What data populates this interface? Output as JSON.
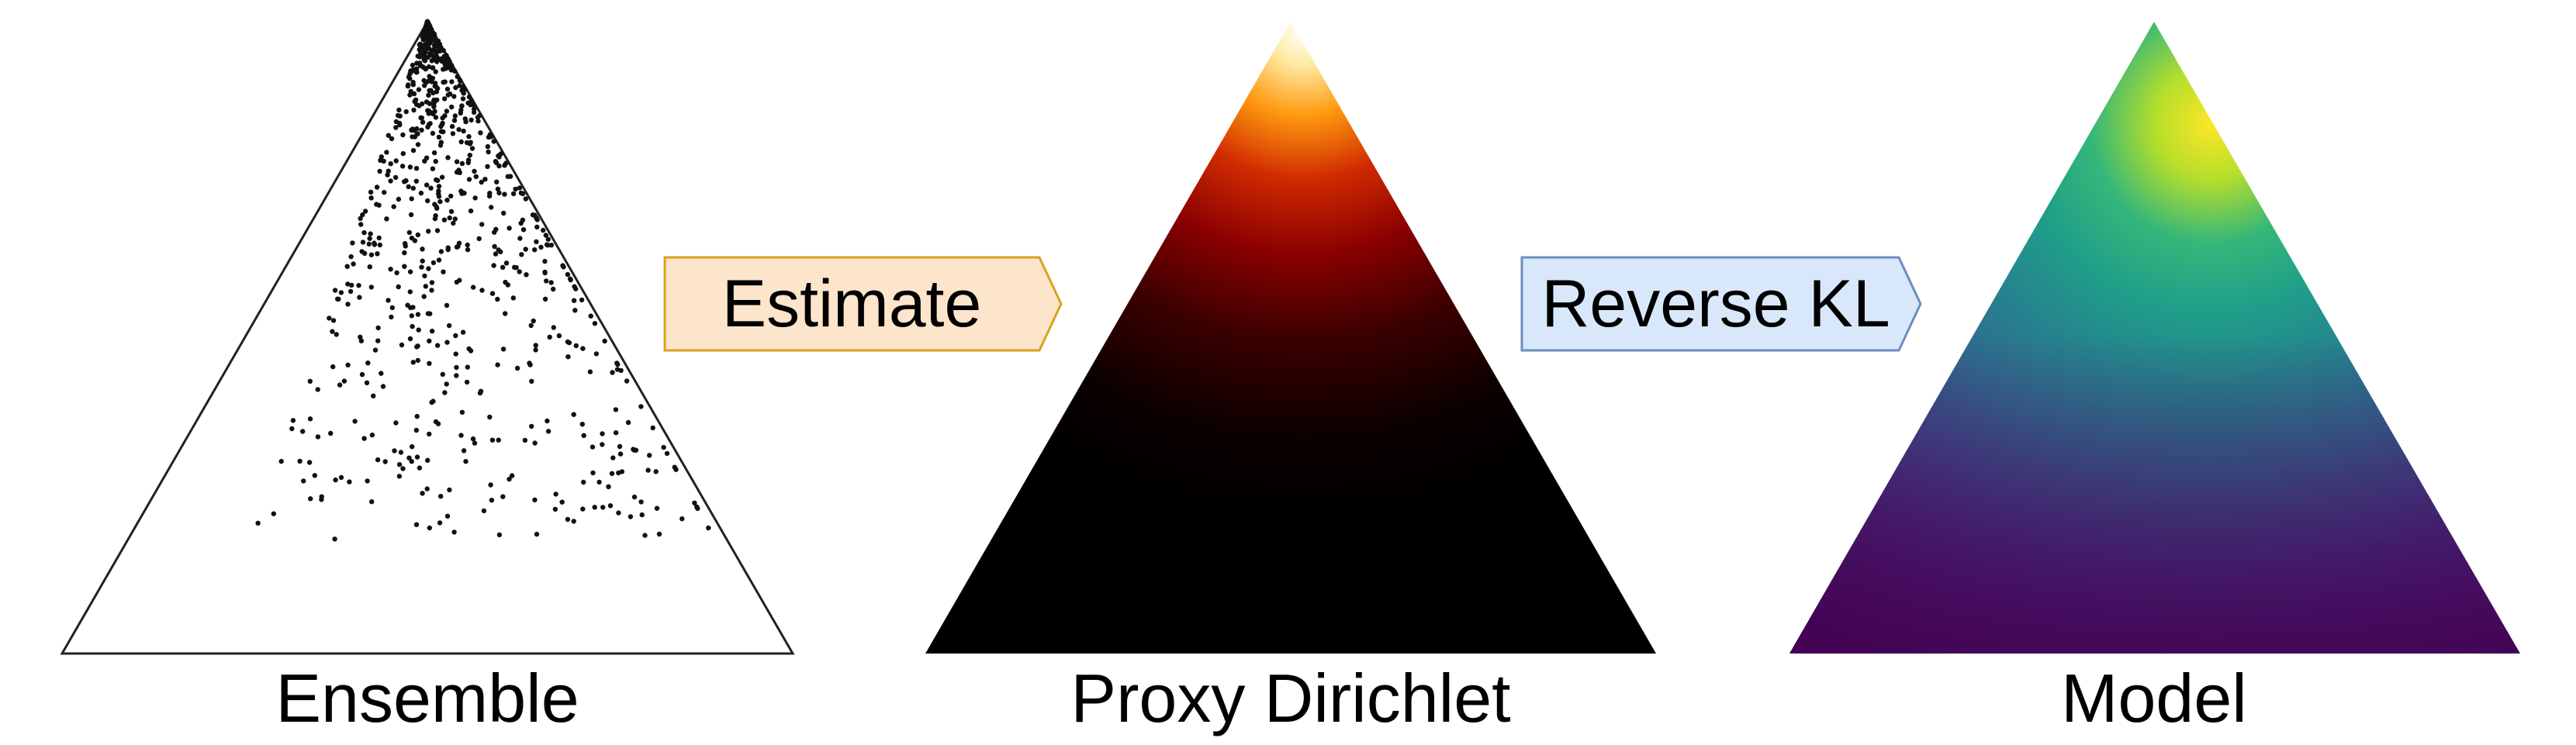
{
  "panels": {
    "ensemble": {
      "label": "Ensemble"
    },
    "proxy": {
      "label": "Proxy Dirichlet"
    },
    "model": {
      "label": "Model"
    }
  },
  "arrows": {
    "estimate": {
      "label": "Estimate",
      "fill": "#fde5cc",
      "stroke": "#d9a21b"
    },
    "reverse_kl": {
      "label": "Reverse KL",
      "fill": "#d8e8fa",
      "stroke": "#6c8ebf"
    }
  },
  "colors": {
    "ensemble_points": "#111111",
    "triangle_outline": "#222222",
    "proxy_colormap": "hot",
    "model_colormap": "viridis"
  }
}
